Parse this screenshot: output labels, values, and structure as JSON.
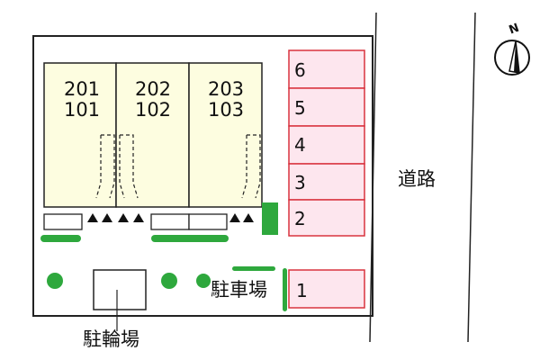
{
  "units": [
    {
      "upper": "201",
      "lower": "101"
    },
    {
      "upper": "202",
      "lower": "102"
    },
    {
      "upper": "203",
      "lower": "103"
    }
  ],
  "parking_slots": [
    "6",
    "5",
    "4",
    "3",
    "2",
    "1"
  ],
  "labels": {
    "road": "道路",
    "parking": "駐車場",
    "bicycle_parking": "駐輪場"
  },
  "compass": {
    "letter": "N",
    "icon": "north-arrow-icon"
  },
  "colors": {
    "unit_fill": "#fdfde0",
    "slot_fill": "#fde6ee",
    "slot_border": "#d9333f",
    "green": "#2ea83d"
  }
}
